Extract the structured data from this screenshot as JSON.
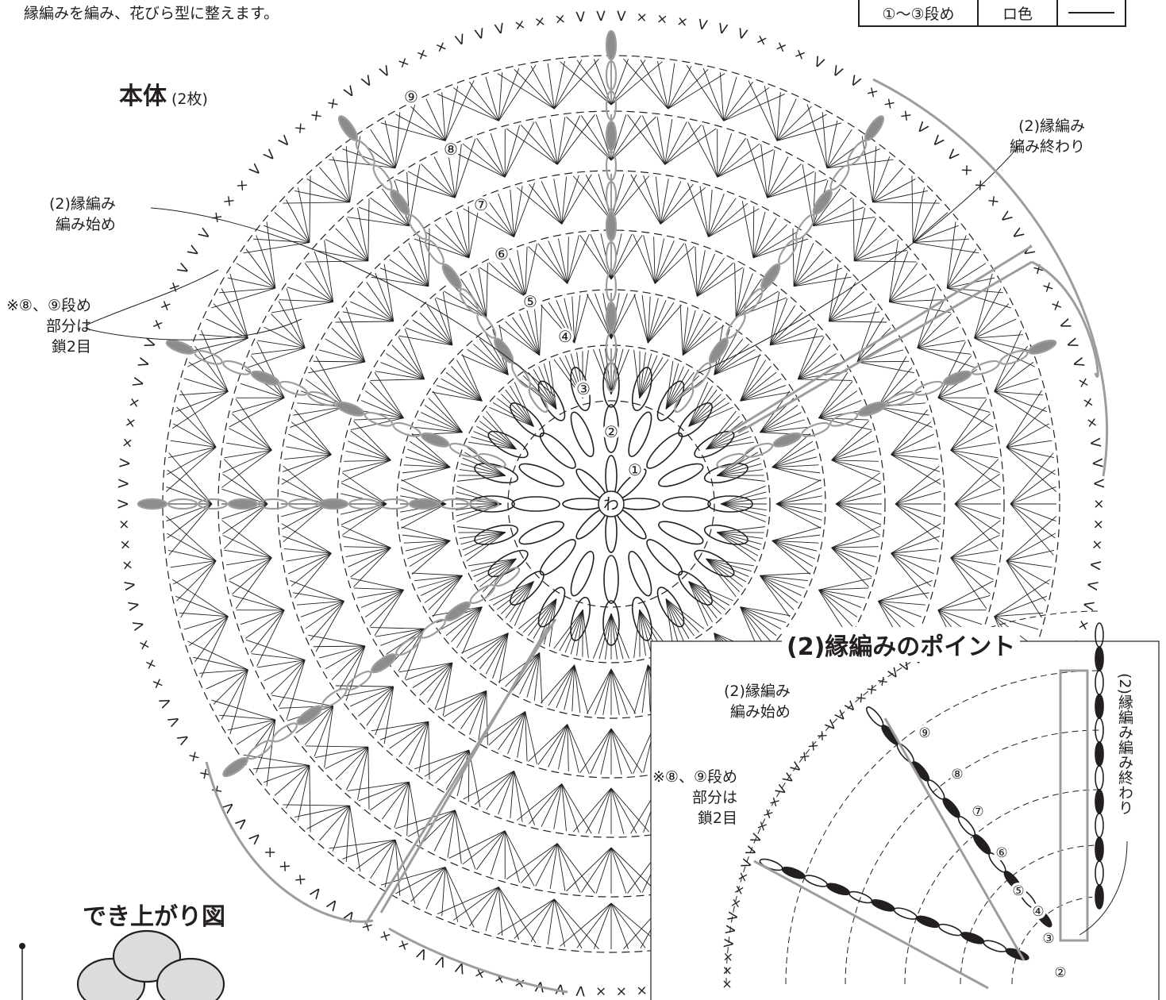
{
  "instructions": {
    "intro": "縁編みを編み、花びら型に整えます。"
  },
  "legend": {
    "rows_label": "①～③段め",
    "color_label": "ロ色",
    "line_sample": ""
  },
  "main": {
    "title": "本体",
    "count": "(2枚)",
    "edge_start_1": "(2)縁編み",
    "edge_start_2": "編み始め",
    "edge_end_1": "(2)縁編み",
    "edge_end_2": "編み終わり",
    "note_1": "※⑧、⑨段め",
    "note_2": "部分は",
    "note_3": "鎖2目",
    "center": "わ",
    "rows": [
      "①",
      "②",
      "③",
      "④",
      "⑤",
      "⑥",
      "⑦",
      "⑧",
      "⑨"
    ]
  },
  "finished": {
    "title": "でき上がり図"
  },
  "inset": {
    "title": "(2)縁編みのポイント",
    "start_1": "(2)縁編み",
    "start_2": "編み始め",
    "note_1": "※⑧、⑨段め",
    "note_2": "部分は",
    "note_3": "鎖2目",
    "end_vertical": "(2)縁編み編み終わり",
    "rows": [
      "②",
      "③",
      "④",
      "⑤",
      "⑥",
      "⑦",
      "⑧",
      "⑨"
    ]
  },
  "colors": {
    "ink": "#231f20",
    "gray": "#9d9d9d",
    "gray_fill": "#8c8c8c"
  }
}
